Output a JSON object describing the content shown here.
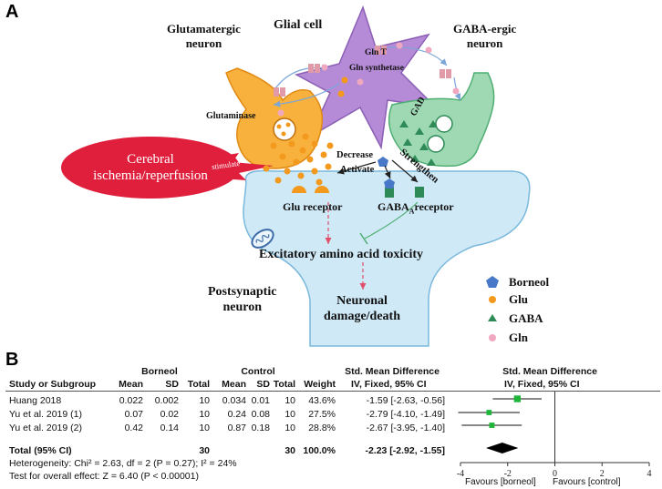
{
  "panelA": {
    "letter": "A",
    "labels": {
      "glial_cell": "Glial cell",
      "glutamatergic": "Glutamatergic\nneuron",
      "gabaergic": "GABA-ergic\nneuron",
      "gln_t": "Gln T",
      "gln_synthetase": "Gln synthetase",
      "glutaminase": "Glutaminase",
      "gad": "GAD",
      "decrease": "Decrease",
      "activate": "Activate",
      "strengthen": "Strengthen",
      "glu_receptor": "Glu receptor",
      "gaba_receptor": "GABA",
      "gaba_receptor_sub": "A",
      "gaba_receptor_suffix": "receptor",
      "excitatory": "Excitatory amino acid toxicity",
      "neuronal_damage": "Neuronal\ndamage/death",
      "postsynaptic": "Postsynaptic\nneuron",
      "cerebral": "Cerebral\nischemia/reperfusion",
      "stimulate": "stimulate"
    },
    "legend": [
      {
        "label": "Borneol",
        "icon": "borneol-pentagon-icon",
        "color": "#4a78c8"
      },
      {
        "label": "Glu",
        "icon": "glu-dot-icon",
        "color": "#f39a1e"
      },
      {
        "label": "GABA",
        "icon": "gaba-triangle-icon",
        "color": "#2e8b57"
      },
      {
        "label": "Gln",
        "icon": "gln-dot-icon",
        "color": "#f0a8c0"
      }
    ],
    "colors": {
      "glial": "#b58ad6",
      "glutamatergic": "#f7b13c",
      "gabaergic": "#9ed9b4",
      "postsynaptic": "#cfe9f7",
      "cerebral": "#e01f3d"
    }
  },
  "panelB": {
    "letter": "B",
    "group_headers": {
      "borneol": "Borneol",
      "control": "Control",
      "smd": "Std. Mean Difference",
      "smd_plot": "Std. Mean Difference"
    },
    "col_headers": {
      "study": "Study or Subgroup",
      "mean1": "Mean",
      "sd1": "SD",
      "total1": "Total",
      "mean2": "Mean",
      "sd2": "SD",
      "total2": "Total",
      "weight": "Weight",
      "ci": "IV, Fixed, 95% CI",
      "ci_plot": "IV, Fixed, 95% CI"
    },
    "rows": [
      {
        "study": "Huang 2018",
        "mean1": "0.022",
        "sd1": "0.002",
        "total1": "10",
        "mean2": "0.034",
        "sd2": "0.01",
        "total2": "10",
        "weight": "43.6%",
        "ci": "-1.59 [-2.63, -0.56]"
      },
      {
        "study": "Yu et al. 2019 (1)",
        "mean1": "0.07",
        "sd1": "0.02",
        "total1": "10",
        "mean2": "0.24",
        "sd2": "0.08",
        "total2": "10",
        "weight": "27.5%",
        "ci": "-2.79 [-4.10, -1.49]"
      },
      {
        "study": "Yu et al. 2019 (2)",
        "mean1": "0.42",
        "sd1": "0.14",
        "total1": "10",
        "mean2": "0.87",
        "sd2": "0.18",
        "total2": "10",
        "weight": "28.8%",
        "ci": "-2.67 [-3.95, -1.40]"
      }
    ],
    "total": {
      "label": "Total (95% CI)",
      "total1": "30",
      "total2": "30",
      "weight": "100.0%",
      "ci": "-2.23 [-2.92, -1.55]"
    },
    "heterogeneity": "Heterogeneity: Chi² = 2.63, df = 2 (P = 0.27); I² = 24%",
    "overall": "Test for overall effect: Z = 6.40 (P < 0.00001)",
    "favours_left": "Favours [borneol]",
    "favours_right": "Favours [control]"
  },
  "chart_data": {
    "type": "forest",
    "xlim": [
      -4,
      4
    ],
    "ticks": [
      "-4",
      "-2",
      "0",
      "2",
      "4"
    ],
    "tick_values": [
      -4,
      -2,
      0,
      2,
      4
    ],
    "studies": [
      {
        "name": "Huang 2018",
        "est": -1.59,
        "lo": -2.63,
        "hi": -0.56,
        "weight": 43.6
      },
      {
        "name": "Yu et al. 2019 (1)",
        "est": -2.79,
        "lo": -4.1,
        "hi": -1.49,
        "weight": 27.5
      },
      {
        "name": "Yu et al. 2019 (2)",
        "est": -2.67,
        "lo": -3.95,
        "hi": -1.4,
        "weight": 28.8
      }
    ],
    "pooled": {
      "est": -2.23,
      "lo": -2.92,
      "hi": -1.55
    },
    "marker_color": "#1fb53a"
  }
}
